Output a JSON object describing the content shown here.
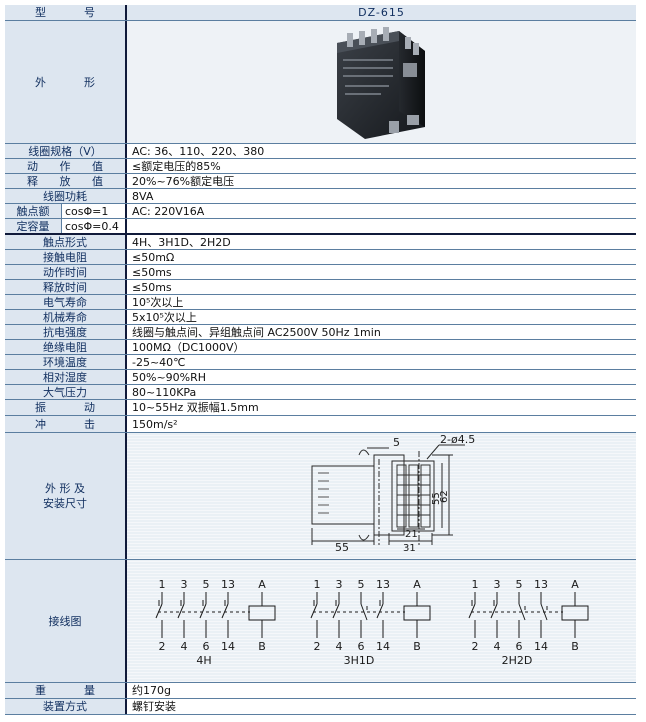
{
  "header": {
    "label_chars": [
      "型",
      "号"
    ],
    "value": "DZ-615"
  },
  "appearance": {
    "label_chars": [
      "外",
      "形"
    ],
    "image_alt": "relay-photo"
  },
  "specs": [
    {
      "key": "coil_spec",
      "label": "线圈规格（V）",
      "value": "AC: 36、110、220、380"
    },
    {
      "key": "pickup",
      "label_chars": [
        "动",
        "作",
        "值"
      ],
      "value": "≤额定电压的85%"
    },
    {
      "key": "release",
      "label_chars": [
        "释",
        "放",
        "值"
      ],
      "value": "20%~76%额定电压"
    },
    {
      "key": "coil_power",
      "label": "线圈功耗",
      "value": "8VA"
    }
  ],
  "rating": {
    "group_label_top": "触点额",
    "group_label_bottom": "定容量",
    "sub1": "cosΦ=1",
    "val1": "AC: 220V16A",
    "sub2": "cosΦ=0.4",
    "val2": ""
  },
  "specs2": [
    {
      "key": "contact_form",
      "label": "触点形式",
      "value": "4H、3H1D、2H2D"
    },
    {
      "key": "contact_resistance",
      "label": "接触电阻",
      "value": "≤50mΩ"
    },
    {
      "key": "operate_time",
      "label": "动作时间",
      "value": "≤50ms"
    },
    {
      "key": "release_time",
      "label": "释放时间",
      "value": "≤50ms"
    },
    {
      "key": "electrical_life",
      "label": "电气寿命",
      "value": "10⁵次以上"
    },
    {
      "key": "mechanical_life",
      "label": "机械寿命",
      "value": "5x10⁵次以上"
    },
    {
      "key": "dielectric",
      "label": "抗电强度",
      "value": "线圈与触点间、异组触点间 AC2500V 50Hz 1min"
    },
    {
      "key": "insulation",
      "label": "绝缘电阻",
      "value": "100MΩ（DC1000V）"
    },
    {
      "key": "ambient_temp",
      "label": "环境温度",
      "value": "-25~40℃"
    },
    {
      "key": "humidity",
      "label": "相对湿度",
      "value": "50%~90%RH"
    },
    {
      "key": "pressure",
      "label": "大气压力",
      "value": "80~110KPa"
    }
  ],
  "vibration": {
    "label_chars": [
      "振",
      "动"
    ],
    "value": "10~55Hz 双振幅1.5mm"
  },
  "shock": {
    "label_chars": [
      "冲",
      "击"
    ],
    "value": "150m/s²"
  },
  "dimensions": {
    "label_line1": "外 形 及",
    "label_line2": "安装尺寸",
    "dim_5": "5",
    "dim_holes": "2-ø4.5",
    "dim_55v": "55",
    "dim_62": "62",
    "dim_55h": "55",
    "dim_21": "21",
    "dim_31": "31"
  },
  "wiring": {
    "label": "接线图",
    "diagrams": [
      {
        "name": "4H",
        "top": [
          "1",
          "3",
          "5",
          "13",
          "A"
        ],
        "bottom": [
          "2",
          "4",
          "6",
          "14",
          "B"
        ]
      },
      {
        "name": "3H1D",
        "top": [
          "1",
          "3",
          "5",
          "13",
          "A"
        ],
        "bottom": [
          "2",
          "4",
          "6",
          "14",
          "B"
        ]
      },
      {
        "name": "2H2D",
        "top": [
          "1",
          "3",
          "5",
          "13",
          "A"
        ],
        "bottom": [
          "2",
          "4",
          "6",
          "14",
          "B"
        ]
      }
    ]
  },
  "weight": {
    "label_chars": [
      "重",
      "量"
    ],
    "value": "约170g"
  },
  "mounting": {
    "label": "装置方式",
    "value": "螺钉安装"
  },
  "colors": {
    "label_bg": "#dde6f0",
    "label_text": "#123060",
    "border": "#101a3a",
    "line": "#5b7ea0"
  }
}
